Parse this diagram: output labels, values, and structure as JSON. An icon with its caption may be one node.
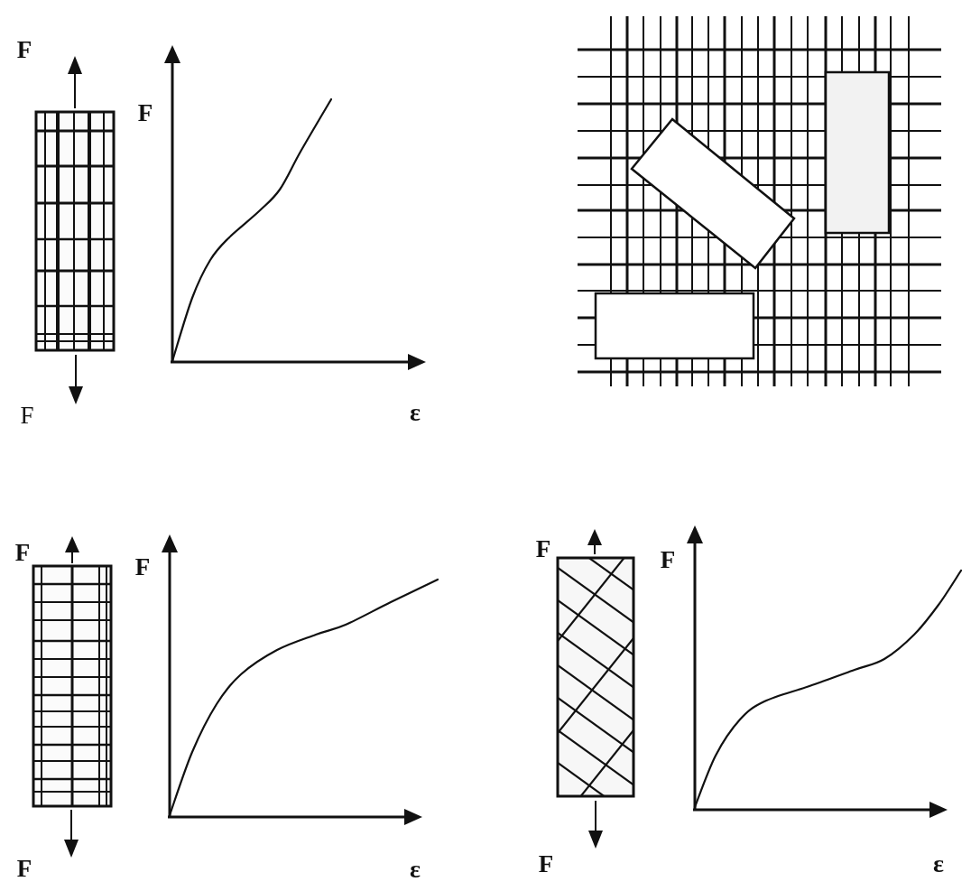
{
  "diagram": {
    "labels": [
      "F",
      "F",
      "F",
      "ε",
      "F",
      "F",
      "F",
      "ε",
      "F",
      "F",
      "F",
      "ε"
    ]
  }
}
